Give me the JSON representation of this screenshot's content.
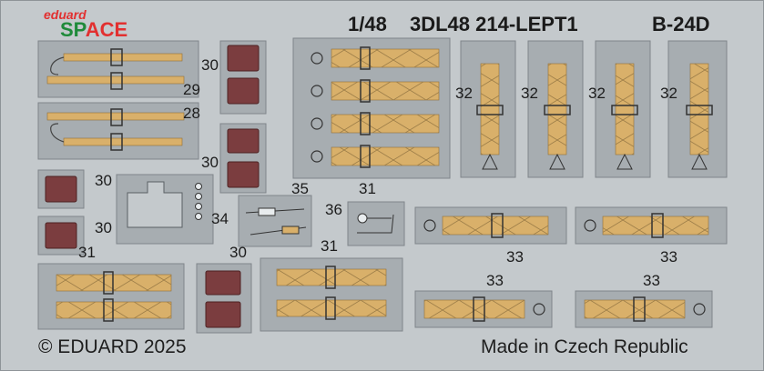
{
  "brand": {
    "top": "eduard",
    "main_pre": "SP",
    "main_post": "ACE",
    "top_color": "#e23030",
    "sp_color": "#1f8a3a",
    "ace_color": "#e23030"
  },
  "header": {
    "scale": "1/48",
    "code": "3DL48 214-LEPT1",
    "aircraft": "B-24D"
  },
  "footer": {
    "copyright": "© EDUARD 2025",
    "origin": "Made in Czech Republic"
  },
  "part_numbers": {
    "p29": "29",
    "p28": "28",
    "p30": "30",
    "p31": "31",
    "p32": "32",
    "p33": "33",
    "p34": "34",
    "p35": "35",
    "p36": "36"
  },
  "colors": {
    "fret": "#c4c9cc",
    "plate": "#a7adb1",
    "pad": "#7b3d3f",
    "belt": "#d9b06a",
    "metal": "#e8ecee"
  }
}
